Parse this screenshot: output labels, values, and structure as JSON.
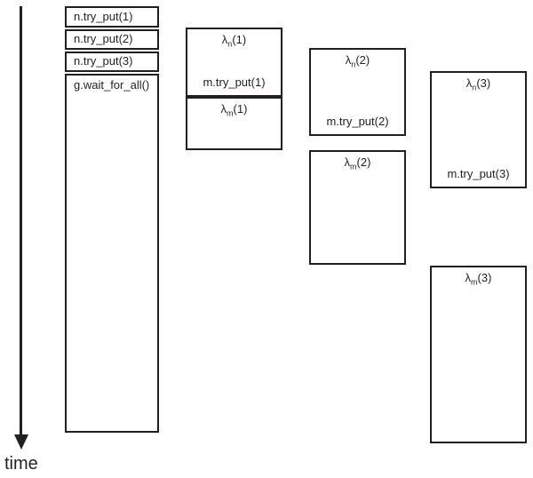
{
  "colors": {
    "ink": "#231f20",
    "background": "#ffffff"
  },
  "time_axis": {
    "label": "time"
  },
  "main_thread": {
    "calls": [
      "n.try_put(1)",
      "n.try_put(2)",
      "n.try_put(3)"
    ],
    "wait_call": "g.wait_for_all()"
  },
  "tasks": {
    "n1": {
      "lambda": "λ",
      "sub": "n",
      "arg": "(1)",
      "call": "m.try_put(1)"
    },
    "m1": {
      "lambda": "λ",
      "sub": "m",
      "arg": "(1)"
    },
    "n2": {
      "lambda": "λ",
      "sub": "n",
      "arg": "(2)",
      "call": "m.try_put(2)"
    },
    "m2": {
      "lambda": "λ",
      "sub": "m",
      "arg": "(2)"
    },
    "n3": {
      "lambda": "λ",
      "sub": "n",
      "arg": "(3)",
      "call": "m.try_put(3)"
    },
    "m3": {
      "lambda": "λ",
      "sub": "m",
      "arg": "(3)"
    }
  }
}
